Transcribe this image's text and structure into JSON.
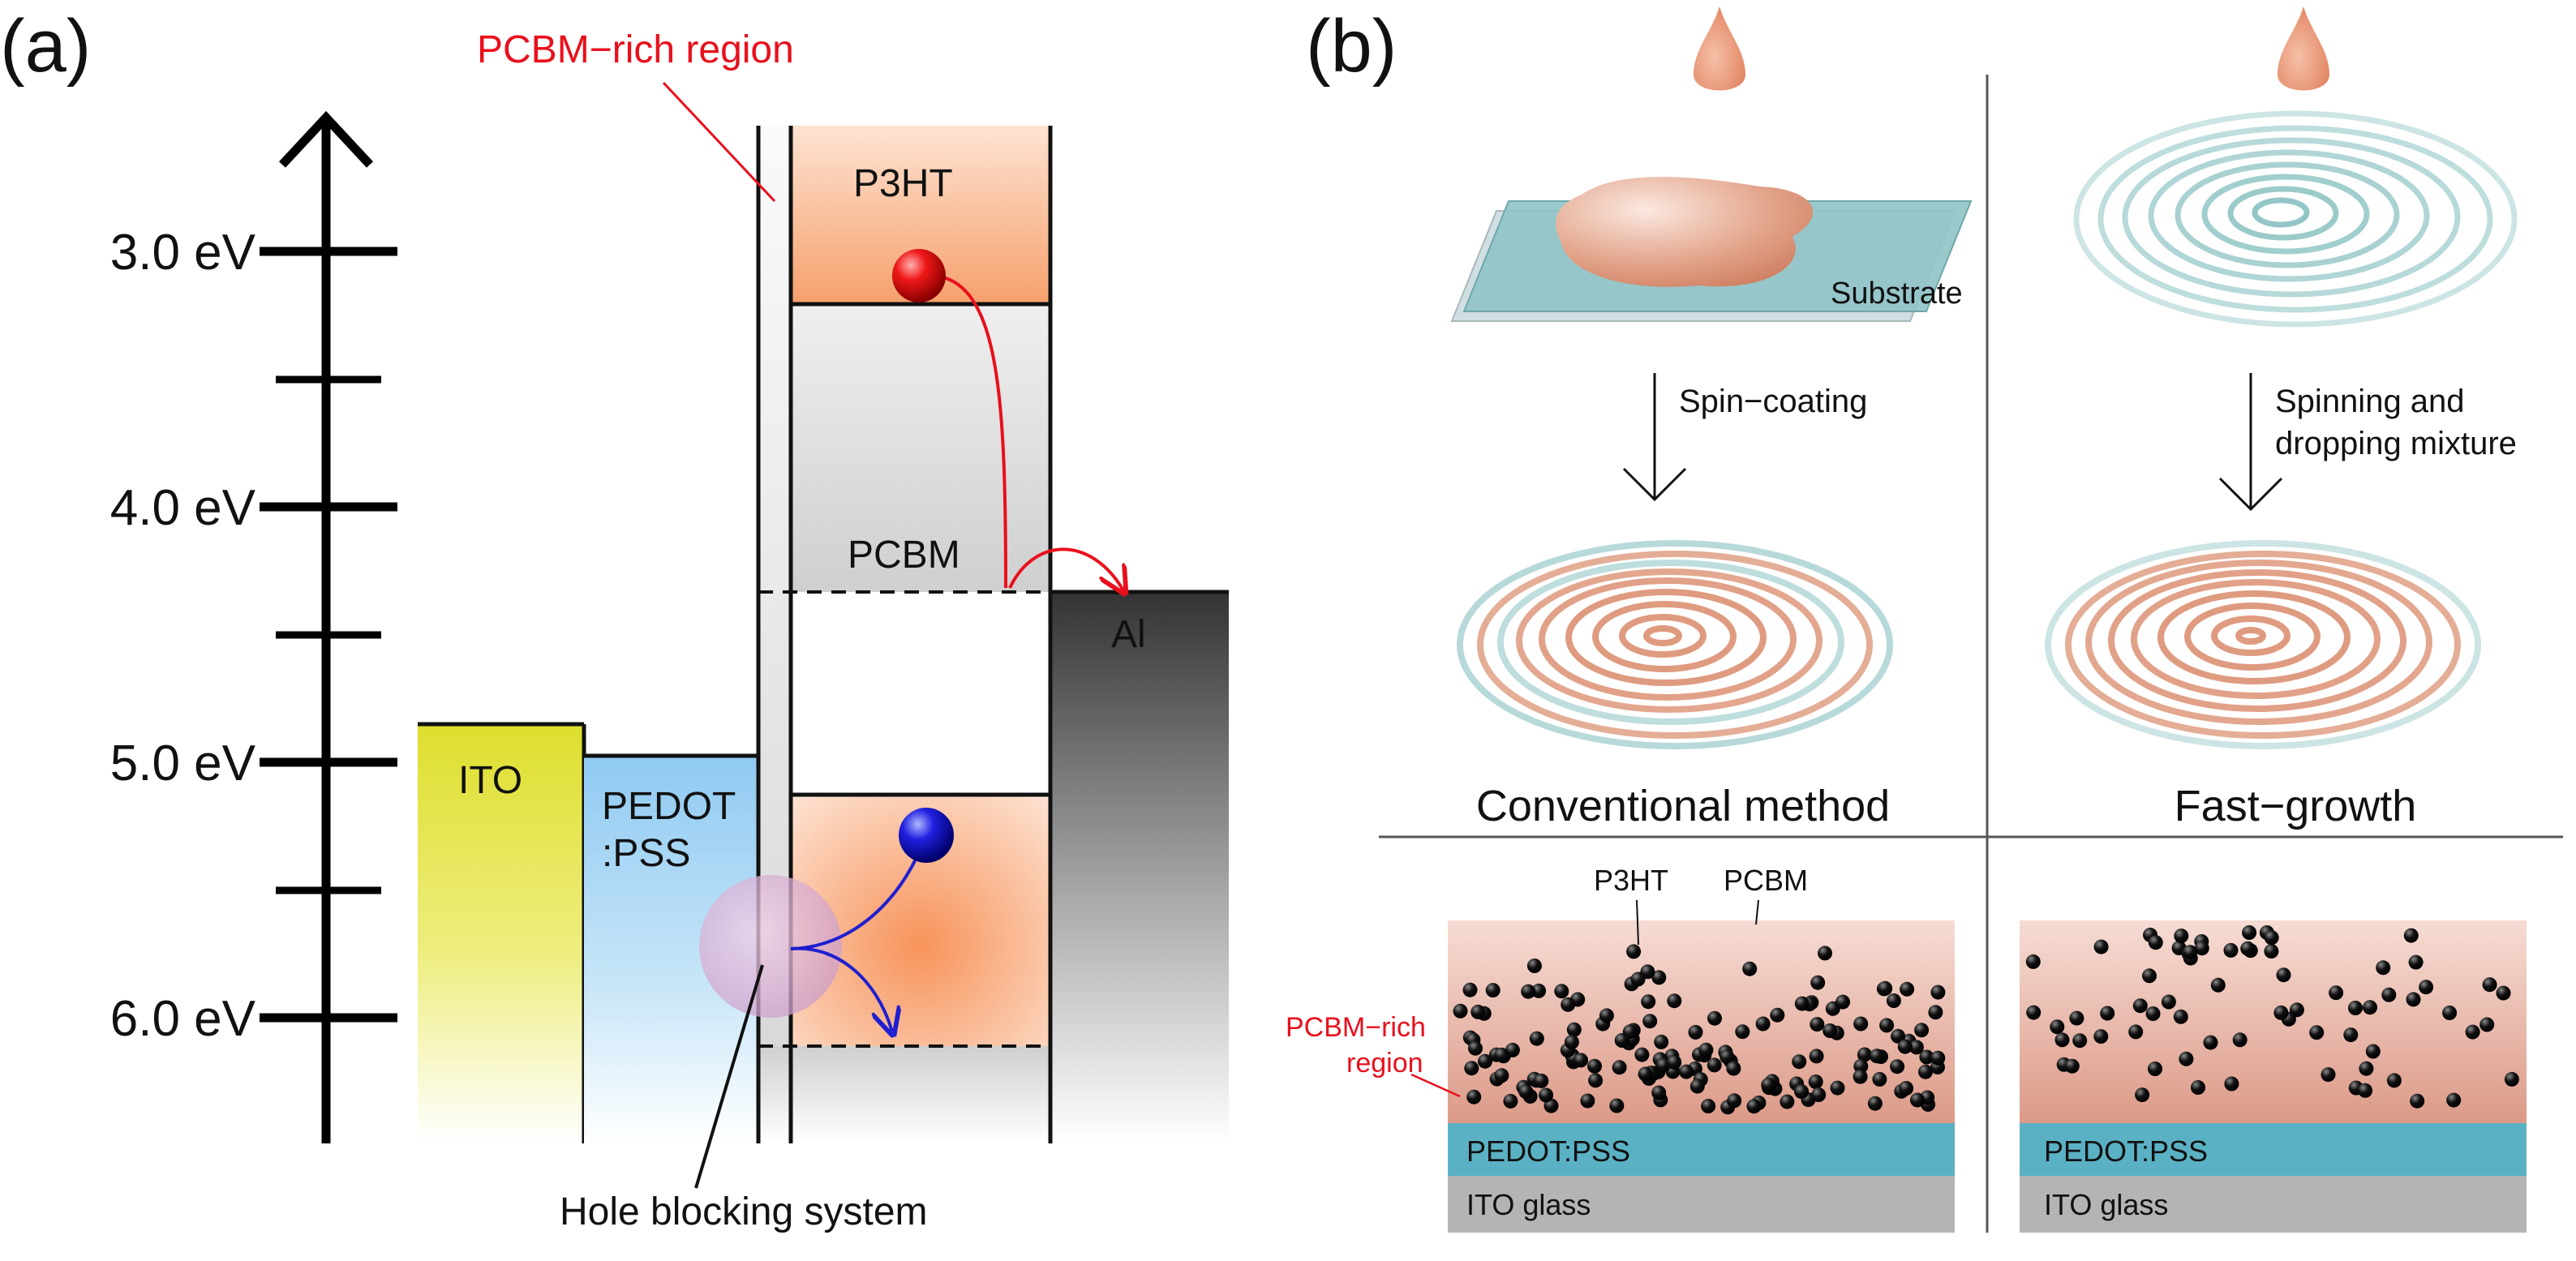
{
  "panel_a": {
    "panel_label": "(a)",
    "axis_labels": [
      "3.0 eV",
      "4.0 eV",
      "5.0 eV",
      "6.0 eV"
    ],
    "bands": {
      "ito": "ITO",
      "pedot_line1": "PEDOT",
      "pedot_line2": ":PSS",
      "p3ht": "P3HT",
      "pcbm": "PCBM",
      "al": "Al"
    },
    "callouts": {
      "pcbm_rich": "PCBM−rich region",
      "hole_blocking": "Hole blocking system"
    },
    "colors": {
      "electron": "#e3141c",
      "hole": "#1f1fd0",
      "callout_red": "#e8101c",
      "ito_yellow": "#e3e33a",
      "pedot_blue": "#9fd3f4",
      "p3ht_orange": "#f7a777",
      "al_dark": "#3b3b3b"
    }
  },
  "panel_b": {
    "panel_label": "(b)",
    "substrate_label": "Substrate",
    "step_left": "Spin−coating",
    "step_right_line1": "Spinning and",
    "step_right_line2": "dropping mixture",
    "method_left": "Conventional method",
    "method_right": "Fast−growth",
    "section_left": {
      "p3ht": "P3HT",
      "pcbm": "PCBM",
      "rich_line1": "PCBM−rich",
      "rich_line2": "region",
      "pedot": "PEDOT:PSS",
      "ito": "ITO glass"
    },
    "section_right": {
      "pedot": "PEDOT:PSS",
      "ito": "ITO glass"
    },
    "colors": {
      "film_pink": "#e5a99a",
      "pedot_teal": "#5bb1c4",
      "ito_gray": "#b4b4b4",
      "swirl_orange": "#d98a6a",
      "swirl_teal": "#6fb3b4"
    }
  }
}
